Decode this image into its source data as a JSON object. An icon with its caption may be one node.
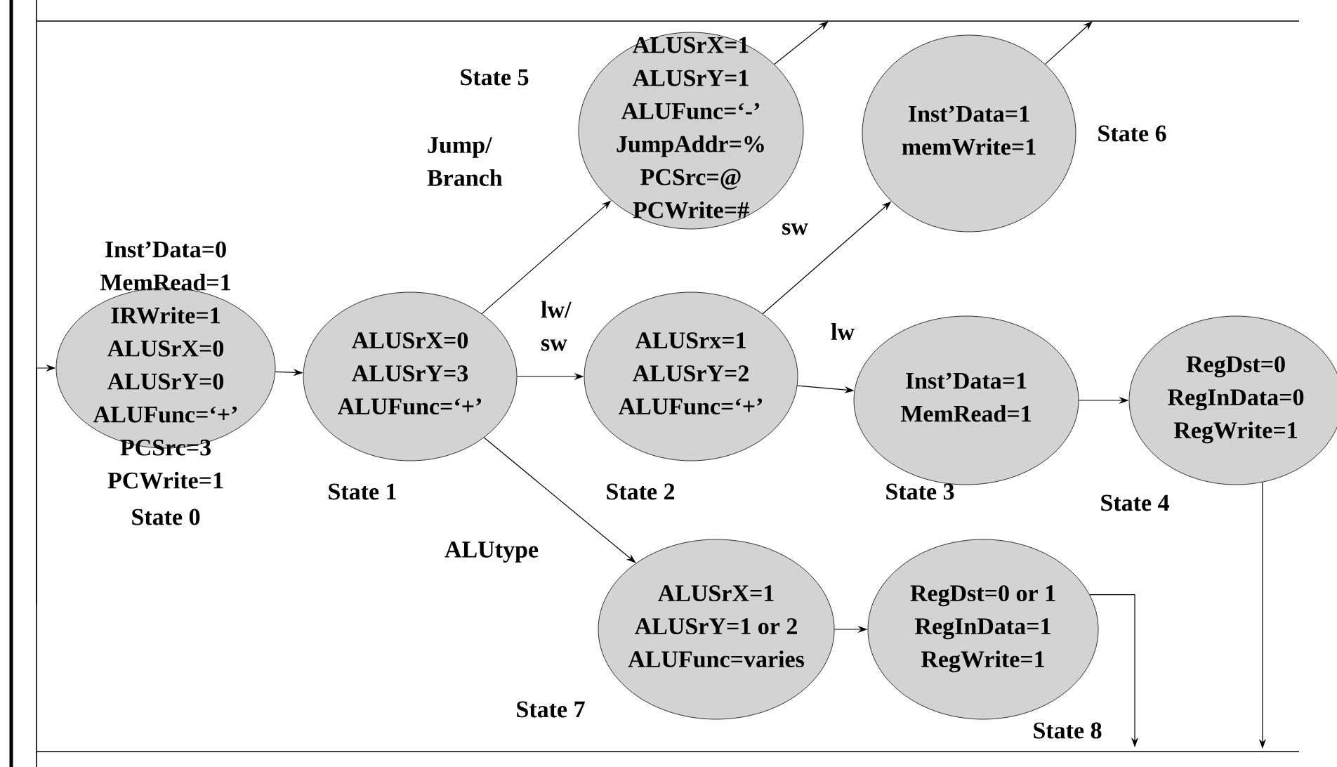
{
  "diagram": {
    "nodes": [
      {
        "text": [
          "Inst’Data=0",
          "MemRead=1",
          "IRWrite=1",
          "ALUSrX=0",
          "ALUSrY=0",
          "ALUFunc=‘+’",
          "PCSrc=3",
          "PCWrite=1"
        ],
        "beside": [
          "State 0"
        ]
      },
      {
        "text": [
          "ALUSrX=0",
          "ALUSrY=3",
          "ALUFunc=‘+’"
        ],
        "beside": [
          "State 1"
        ]
      },
      {
        "text": [
          "ALUSrx=1",
          "ALUSrY=2",
          "ALUFunc=‘+’"
        ],
        "beside": [
          "State 2"
        ]
      },
      {
        "text": [
          "Inst’Data=1",
          "MemRead=1"
        ],
        "beside": [
          "State 3"
        ]
      },
      {
        "text": [
          "RegDst=0",
          "RegInData=0",
          "RegWrite=1"
        ],
        "beside": [
          "State 4"
        ]
      },
      {
        "text": [
          "ALUSrX=1",
          "ALUSrY=1",
          "ALUFunc=‘-’",
          "JumpAddr=%",
          "PCSrc=@",
          "PCWrite=#"
        ],
        "beside": [
          "State 5"
        ]
      },
      {
        "text": [
          "Inst’Data=1",
          "memWrite=1"
        ],
        "beside": [
          "State 6"
        ]
      },
      {
        "text": [
          "ALUSrX=1",
          "ALUSrY=1 or 2",
          "ALUFunc=varies"
        ],
        "beside": [
          "State 7"
        ]
      },
      {
        "text": [
          "RegDst=0 or 1",
          "RegInData=1",
          "RegWrite=1"
        ],
        "beside": [
          "State 8"
        ]
      }
    ],
    "edges": [
      {
        "from": 0,
        "to": 1,
        "arrow": "to"
      },
      {
        "from": 1,
        "to": 5,
        "arrow": "to",
        "label": "Jump/ Branch"
      },
      {
        "from": 1,
        "to": 2,
        "arrow": "to",
        "label": "lw/ sw"
      },
      {
        "from": 1,
        "to": 7,
        "arrow": "to",
        "label": "ALUtype"
      },
      {
        "from": 2,
        "to": 6,
        "arrow": "to",
        "label": "sw"
      },
      {
        "from": 2,
        "to": 3,
        "arrow": "to",
        "label": "lw"
      },
      {
        "from": 3,
        "to": 4,
        "arrow": "to"
      },
      {
        "from": 7,
        "to": 8,
        "arrow": "to"
      },
      {
        "from": 5,
        "to": null,
        "arrow": "to"
      },
      {
        "from": 6,
        "to": null,
        "arrow": "to"
      },
      {
        "from": 4,
        "to": null,
        "arrow": "to"
      },
      {
        "from": 8,
        "to": null,
        "arrow": "to"
      },
      {
        "from": null,
        "to": 0,
        "arrow": "to"
      }
    ]
  }
}
